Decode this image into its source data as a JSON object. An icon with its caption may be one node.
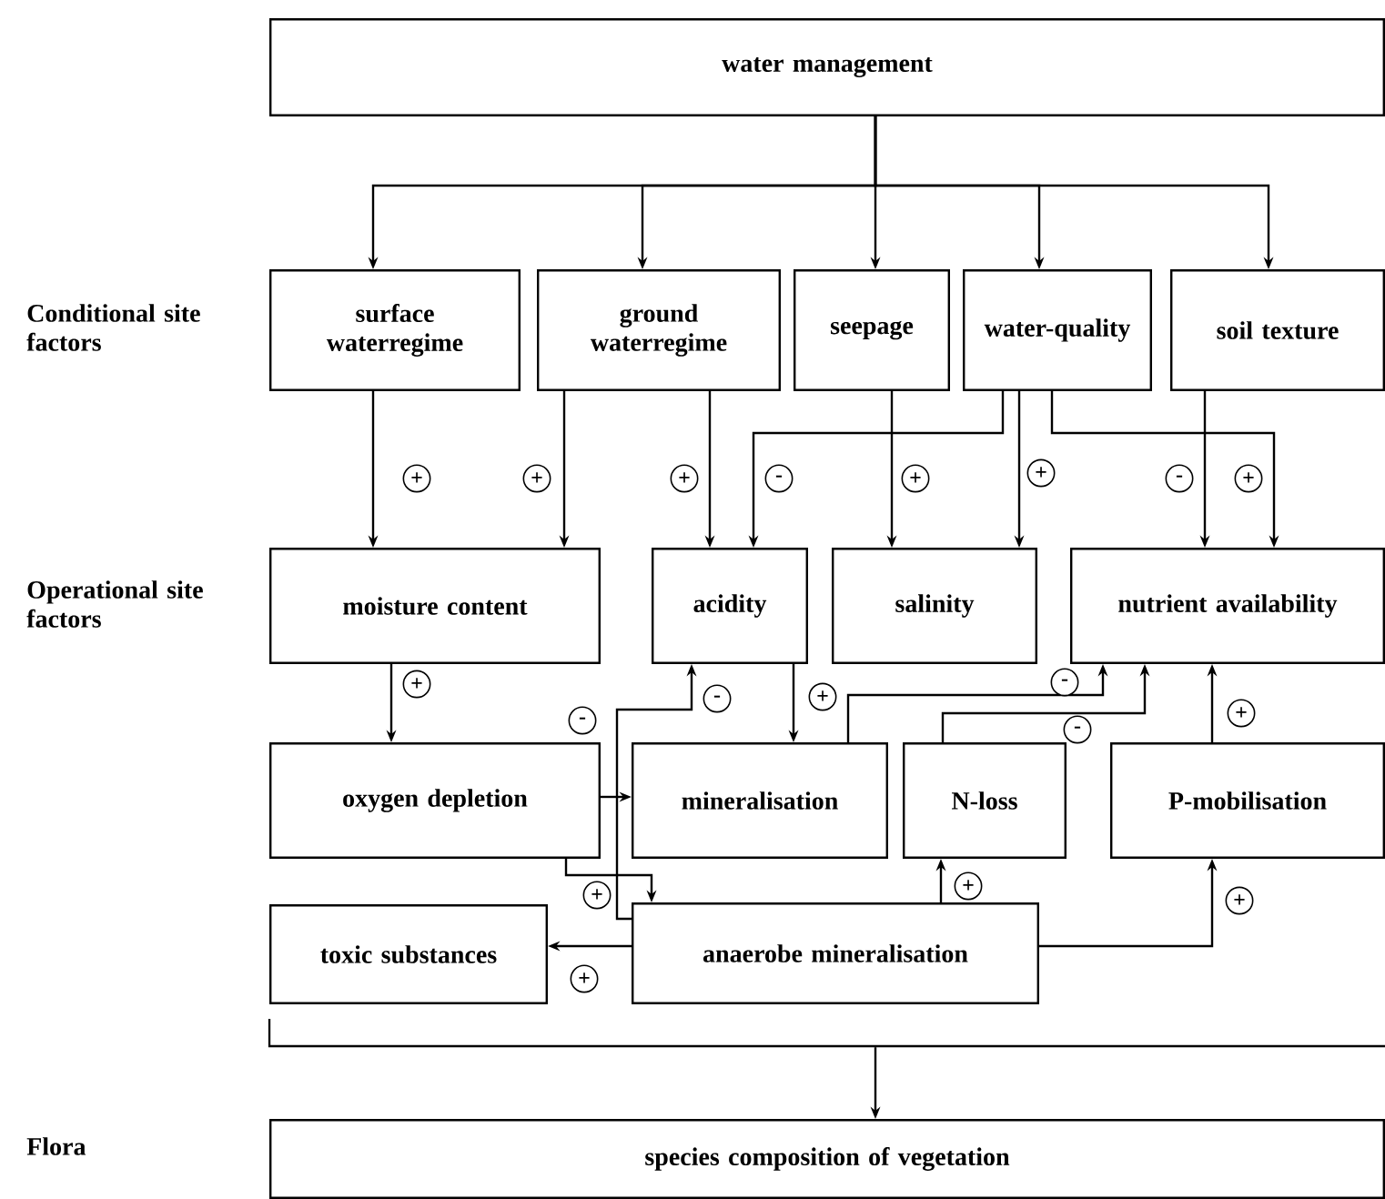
{
  "diagram": {
    "nodes": [
      {
        "text": [
          "water management"
        ]
      },
      {
        "text": [
          "surface waterregime"
        ]
      },
      {
        "text": [
          "ground waterregime"
        ]
      },
      {
        "text": [
          "seepage"
        ]
      },
      {
        "text": [
          "water-quality"
        ]
      },
      {
        "text": [
          "soil texture"
        ]
      },
      {
        "text": [
          "moisture content"
        ]
      },
      {
        "text": [
          "acidity"
        ]
      },
      {
        "text": [
          "salinity"
        ]
      },
      {
        "text": [
          "nutrient availability"
        ]
      },
      {
        "text": [
          "oxygen depletion"
        ]
      },
      {
        "text": [
          "mineralisation"
        ]
      },
      {
        "text": [
          "N-loss"
        ]
      },
      {
        "text": [
          "P-mobilisation"
        ]
      },
      {
        "text": [
          "toxic substances"
        ]
      },
      {
        "text": [
          "anaerobe mineralisation"
        ]
      },
      {
        "text": [],
        "shape": "bar"
      },
      {
        "text": [
          "species composition of vegetation"
        ]
      }
    ],
    "edges": [
      {
        "from": 0,
        "to": 1,
        "arrow": "to"
      },
      {
        "from": 0,
        "to": 2,
        "arrow": "to"
      },
      {
        "from": 0,
        "to": 3,
        "arrow": "to"
      },
      {
        "from": 0,
        "to": 4,
        "arrow": "to"
      },
      {
        "from": 0,
        "to": 5,
        "arrow": "to"
      },
      {
        "from": 1,
        "to": 6,
        "arrow": "to",
        "label": "+"
      },
      {
        "from": 2,
        "to": 6,
        "arrow": "to",
        "label": "+"
      },
      {
        "from": 2,
        "to": 7,
        "arrow": "to",
        "label": "+"
      },
      {
        "from": 4,
        "to": 7,
        "arrow": "to",
        "label": "-"
      },
      {
        "from": 3,
        "to": 8,
        "arrow": "to",
        "label": "+"
      },
      {
        "from": 4,
        "to": 8,
        "arrow": "to",
        "label": "+"
      },
      {
        "from": 5,
        "to": 9,
        "arrow": "to",
        "label": "-"
      },
      {
        "from": 4,
        "to": 9,
        "arrow": "to",
        "label": "+"
      },
      {
        "from": 6,
        "to": 10,
        "arrow": "to",
        "label": "+"
      },
      {
        "from": 15,
        "to": 7,
        "arrow": "to",
        "label": "-"
      },
      {
        "from": 7,
        "to": 11,
        "arrow": "to",
        "label": "+"
      },
      {
        "from": 11,
        "to": 9,
        "arrow": "to",
        "label": "-"
      },
      {
        "from": 12,
        "to": 9,
        "arrow": "to",
        "label": "-"
      },
      {
        "from": 13,
        "to": 9,
        "arrow": "to",
        "label": "+"
      },
      {
        "from": 10,
        "to": 11,
        "arrow": "to",
        "label": "-"
      },
      {
        "from": 10,
        "to": 15,
        "arrow": "to",
        "label": "+"
      },
      {
        "from": 15,
        "to": 12,
        "arrow": "to",
        "label": "+"
      },
      {
        "from": 15,
        "to": 14,
        "arrow": "to",
        "label": "+"
      },
      {
        "from": 15,
        "to": 13,
        "arrow": "to",
        "label": "+"
      },
      {
        "from": 16,
        "to": 17,
        "arrow": "to"
      }
    ],
    "labels": [
      "Conditional site factors",
      "Operational site factors",
      "Flora"
    ]
  }
}
